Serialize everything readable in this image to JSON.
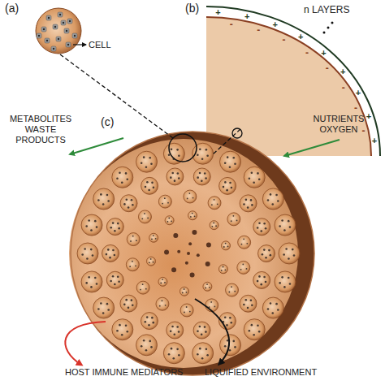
{
  "diagram": {
    "labels": [
      "(a)",
      "CELL",
      "(b)",
      "n LAYERS",
      "+",
      "+",
      "+",
      "+",
      "+",
      "+",
      "+",
      "+",
      "+",
      "-",
      "-",
      "-",
      "-",
      "-",
      "-",
      "-",
      "-",
      "(c)",
      "METABOLITES WASTE PRODUCTS",
      "NUTRIENTS OXYGEN",
      "HOST IMMUNE MEDIATORS",
      "LIQUIFIED ENVIRONMENT"
    ]
  }
}
